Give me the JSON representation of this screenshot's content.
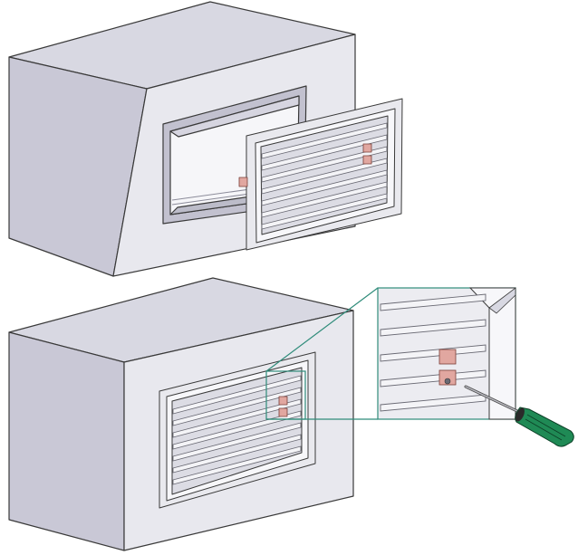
{
  "figure": {
    "panels": [
      {
        "id": "top",
        "state": "grille-separated-from-wall-box",
        "box_icon": "wall-box-with-opening",
        "grille_icon": "adjustable-louvre-grille"
      },
      {
        "id": "bottom",
        "state": "grille-installed-in-wall-box",
        "box_icon": "wall-box",
        "grille_icon": "adjustable-louvre-grille"
      }
    ],
    "detail_callout": {
      "icon": "magnifier-inset",
      "tool_icon": "screwdriver-icon",
      "action": "adjust-damper-with-screwdriver"
    },
    "colors": {
      "wall_front": "#ececf1",
      "wall_top": "#d8d8e2",
      "wall_side": "#c4c3d2",
      "outline": "#3a3a3a",
      "callout_line": "#2f8c7a",
      "damper_part": "#e1a7a0",
      "screwdriver_handle": "#1f8a55",
      "background": "#ffffff"
    }
  }
}
